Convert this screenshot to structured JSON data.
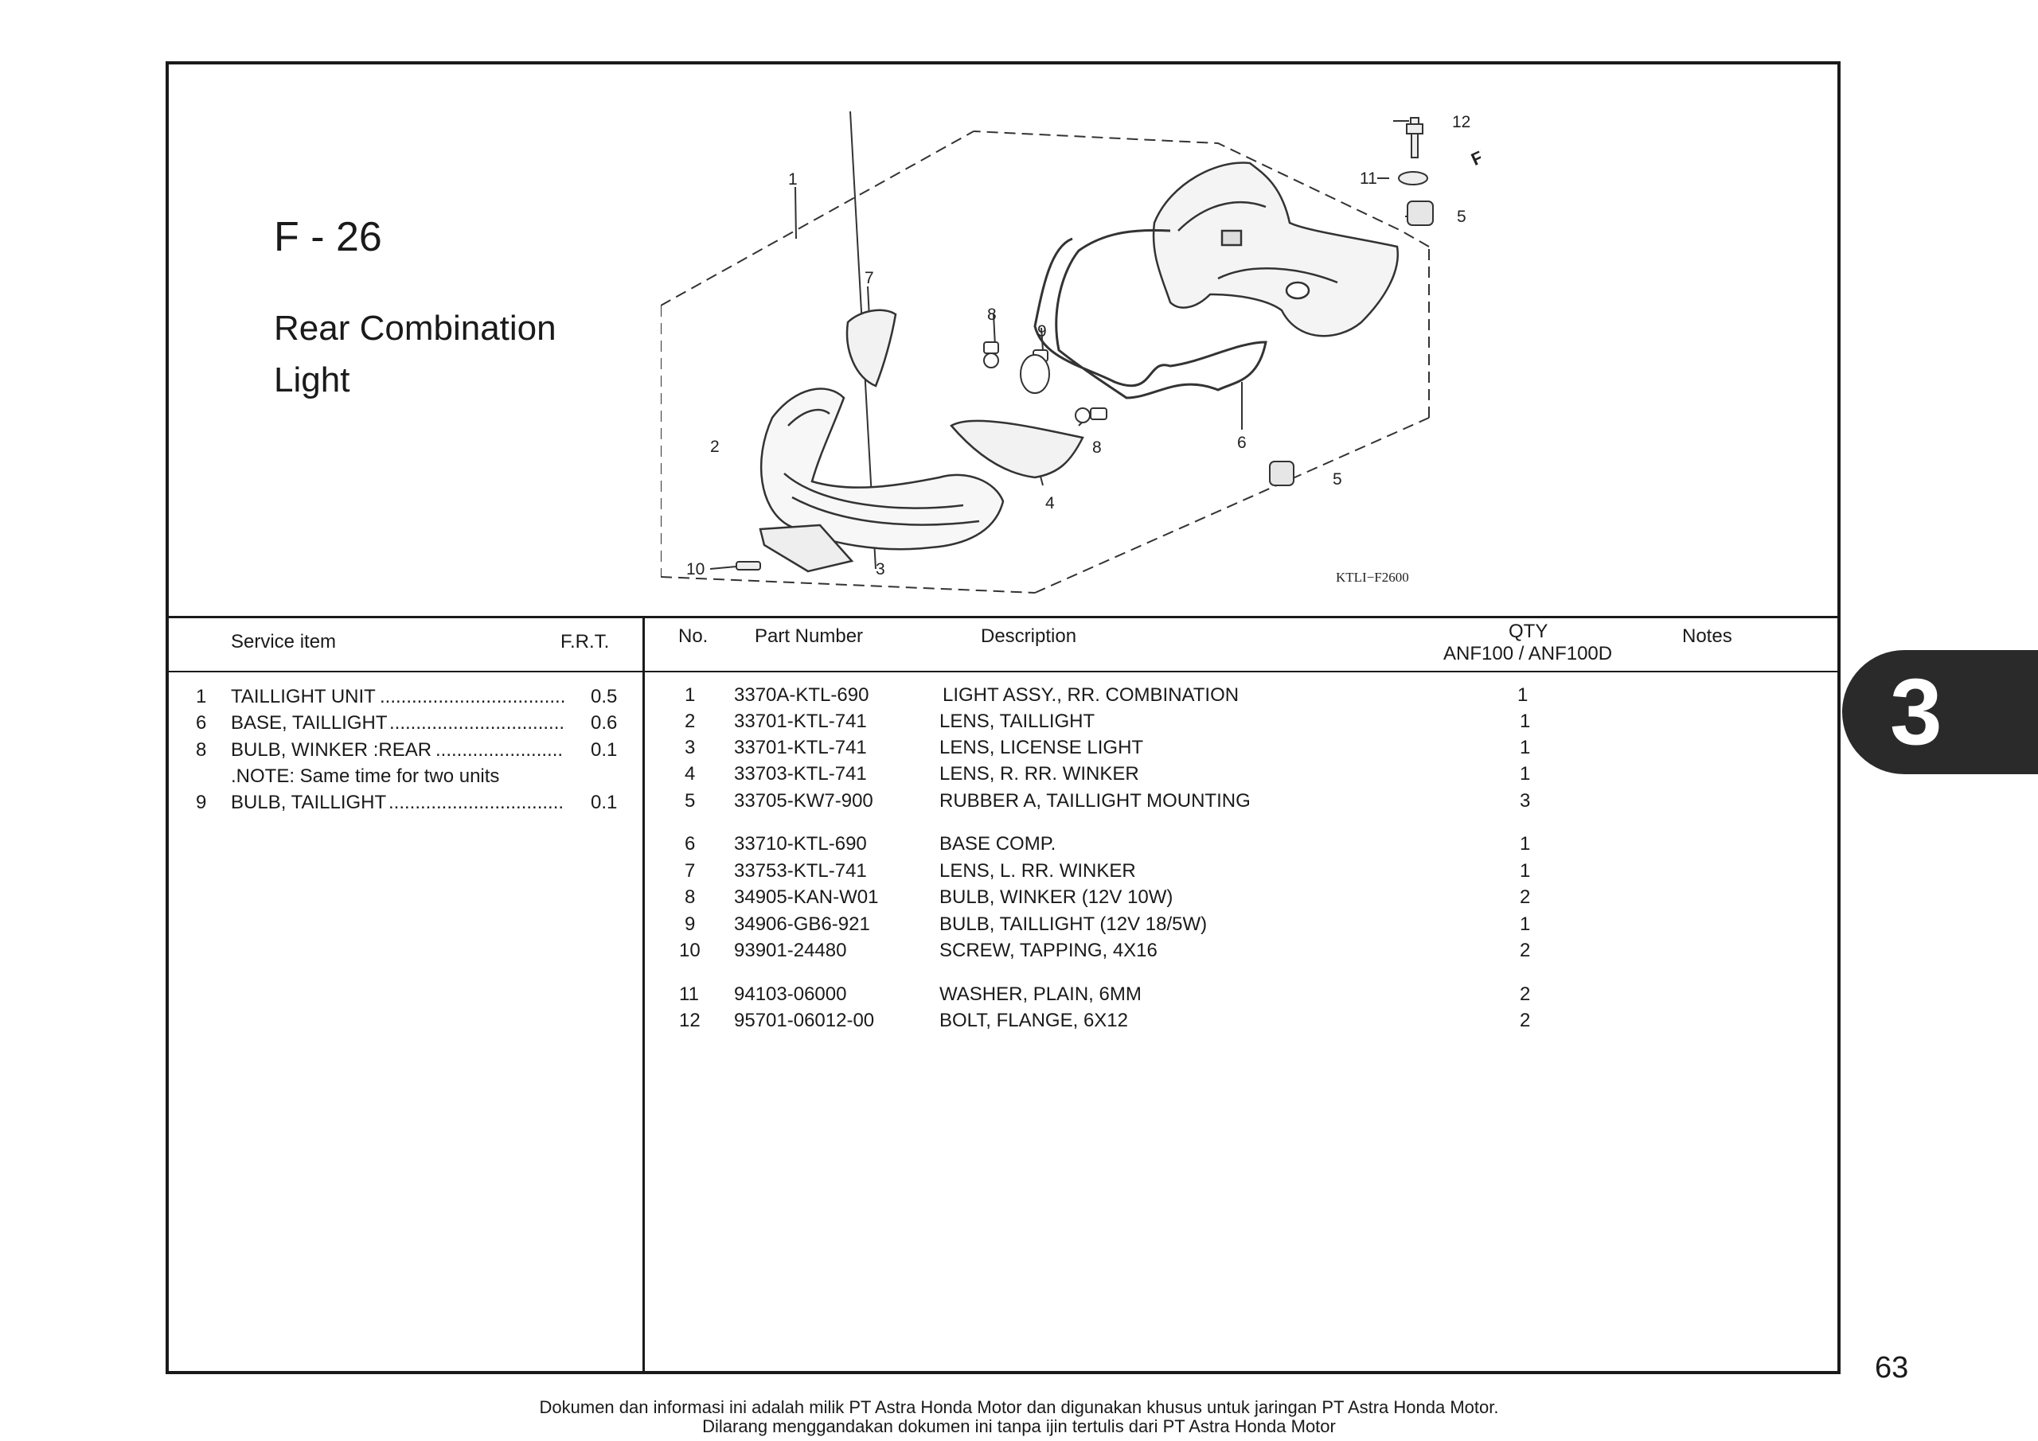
{
  "figure": {
    "code": "F - 26",
    "title_line1": "Rear Combination",
    "title_line2": "Light",
    "diagram_ref": "KTLI−F2600",
    "callouts": [
      "1",
      "2",
      "3",
      "4",
      "5",
      "5",
      "6",
      "7",
      "8",
      "8",
      "9",
      "10",
      "11",
      "12"
    ],
    "front_marker": "FR."
  },
  "service_table": {
    "headers": {
      "item": "Service item",
      "frt": "F.R.T."
    },
    "rows": [
      {
        "ref": "1",
        "item": "TAILLIGHT UNIT",
        "frt": "0.5"
      },
      {
        "ref": "6",
        "item": "BASE, TAILLIGHT",
        "frt": "0.6"
      },
      {
        "ref": "8",
        "item": "BULB, WINKER :REAR",
        "frt": "0.1"
      },
      {
        "ref": "",
        "item": ".NOTE: Same time for two units",
        "frt": ""
      },
      {
        "ref": "9",
        "item": "BULB, TAILLIGHT",
        "frt": "0.1"
      }
    ]
  },
  "parts_table": {
    "headers": {
      "no": "No.",
      "part_number": "Part Number",
      "description": "Description",
      "qty": "QTY",
      "models": "ANF100 / ANF100D",
      "notes": "Notes"
    },
    "rows": [
      {
        "no": "1",
        "part": "3370A-KTL-690",
        "desc": "LIGHT ASSY., RR. COMBINATION",
        "qty": "1"
      },
      {
        "no": "2",
        "part": "33701-KTL-741",
        "desc": "LENS, TAILLIGHT",
        "qty": "1"
      },
      {
        "no": "3",
        "part": "33701-KTL-741",
        "desc": "LENS, LICENSE LIGHT",
        "qty": "1"
      },
      {
        "no": "4",
        "part": "33703-KTL-741",
        "desc": "LENS, R. RR. WINKER",
        "qty": "1"
      },
      {
        "no": "5",
        "part": "33705-KW7-900",
        "desc": "RUBBER A, TAILLIGHT MOUNTING",
        "qty": "3"
      },
      {
        "no": "6",
        "part": "33710-KTL-690",
        "desc": "BASE COMP.",
        "qty": "1"
      },
      {
        "no": "7",
        "part": "33753-KTL-741",
        "desc": "LENS, L. RR. WINKER",
        "qty": "1"
      },
      {
        "no": "8",
        "part": "34905-KAN-W01",
        "desc": "BULB, WINKER (12V 10W)",
        "qty": "2"
      },
      {
        "no": "9",
        "part": "34906-GB6-921",
        "desc": "BULB, TAILLIGHT (12V 18/5W)",
        "qty": "1"
      },
      {
        "no": "10",
        "part": "93901-24480",
        "desc": "SCREW, TAPPING, 4X16",
        "qty": "2"
      },
      {
        "no": "11",
        "part": "94103-06000",
        "desc": "WASHER, PLAIN, 6MM",
        "qty": "2"
      },
      {
        "no": "12",
        "part": "95701-06012-00",
        "desc": "BOLT, FLANGE, 6X12",
        "qty": "2"
      }
    ]
  },
  "section_tab": "3",
  "page_number": "63",
  "footer": {
    "line1": "Dokumen dan informasi ini adalah milik PT Astra Honda Motor dan digunakan khusus untuk jaringan PT Astra Honda Motor.",
    "line2": "Dilarang menggandakan dokumen ini tanpa ijin tertulis dari PT Astra Honda Motor"
  }
}
